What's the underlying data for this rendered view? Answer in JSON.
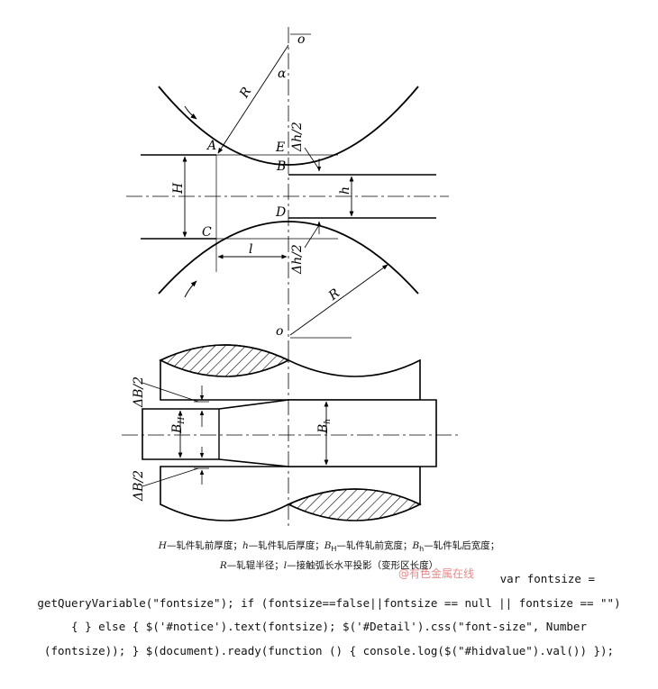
{
  "labels": {
    "o_top": "o",
    "alpha": "α",
    "R_top": "R",
    "A": "A",
    "E": "E",
    "B": "B",
    "dh2_top": "Δh/2",
    "H": "H",
    "h": "h",
    "D": "D",
    "C": "C",
    "l": "l",
    "dh2_bottom": "Δh/2",
    "R_bottom": "R",
    "o_bottom": "o",
    "dB2_top": "ΔB/2",
    "BH_main": "B",
    "BH_sub": "H",
    "Bh_main": "B",
    "Bh_sub": "h",
    "dB2_bottom": "ΔB/2"
  },
  "caption": {
    "line1": [
      {
        "sym": "H",
        "text": "—轧件轧前厚度；"
      },
      {
        "sym": "h",
        "text": "—轧件轧后厚度；"
      },
      {
        "sym": "B",
        "sub": "H",
        "text": "—轧件轧前宽度；"
      },
      {
        "sym": "B",
        "sub": "h",
        "text": "—轧件轧后宽度；"
      }
    ],
    "line2": [
      {
        "sym": "R",
        "text": "—轧辊半径；"
      },
      {
        "sym": "l",
        "text": "—接触弧长水平投影（变形区长度）"
      }
    ]
  },
  "watermark": "@有色金属在线",
  "code_lines": [
    "var fontsize =",
    "getQueryVariable(\"fontsize\"); if (fontsize==false||fontsize == null || fontsize == \"\")",
    "{ } else { $('#notice').text(fontsize); $('#Detail').css(\"font-size\", Number",
    "(fontsize)); } $(document).ready(function () { console.log($(\"#hidvalue\").val()) });"
  ]
}
